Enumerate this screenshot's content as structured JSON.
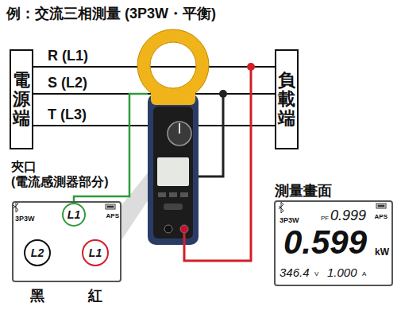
{
  "diagram": {
    "title": "例：交流三相測量 (3P3W・平衡)",
    "nodes": [
      {
        "text": [
          "電源端"
        ]
      },
      {
        "text": [
          "負載端"
        ]
      },
      {
        "text": [
          "夾口 (電流感測器部分)",
          "3P3W",
          "APS"
        ]
      },
      {
        "text": [
          "L1"
        ],
        "in": 2
      },
      {
        "text": [
          "L2"
        ],
        "in": 2
      },
      {
        "text": [
          "L1"
        ],
        "in": 2
      },
      {
        "text": [
          "測量畫面",
          "3P3W",
          "PF",
          "0.999",
          "APS",
          "0.599",
          "kW",
          "346.4",
          "V",
          "1.000",
          "A"
        ]
      }
    ],
    "edges": [
      {
        "from": 0,
        "to": 1,
        "arrow": "none",
        "label": "R (L1)"
      },
      {
        "from": 0,
        "to": 1,
        "arrow": "none",
        "label": "S (L2)"
      },
      {
        "from": 0,
        "to": 1,
        "arrow": "none",
        "label": "T (L3)"
      }
    ],
    "labels": [
      "黑",
      "紅"
    ]
  }
}
